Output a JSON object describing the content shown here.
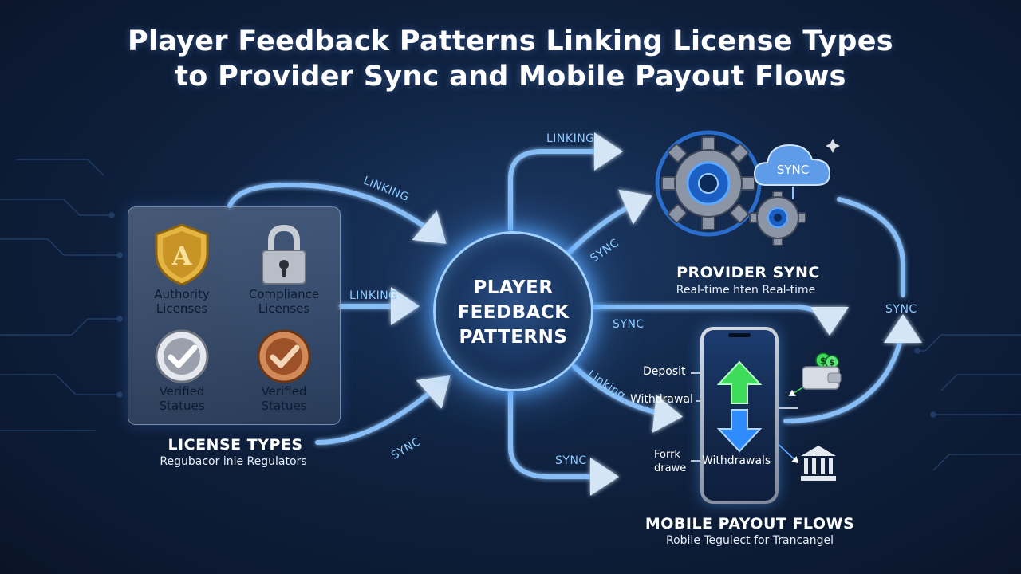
{
  "title": {
    "line1": "Player Feedback Patterns Linking License Types",
    "line2": "to Provider Sync and Mobile Payout Flows"
  },
  "hub": {
    "line1": "PLAYER",
    "line2": "FEEDBACK",
    "line3": "PATTERNS"
  },
  "license_panel": {
    "items": [
      {
        "line1": "Authority",
        "line2": "Licenses",
        "icon": "shield-a-icon"
      },
      {
        "line1": "Compliance",
        "line2": "Licenses",
        "icon": "padlock-icon"
      },
      {
        "line1": "Verified",
        "line2": "Statues",
        "icon": "silver-check-badge-icon"
      },
      {
        "line1": "Verified",
        "line2": "Statues",
        "icon": "bronze-check-badge-icon"
      }
    ],
    "title": "LICENSE TYPES",
    "subtitle": "Regubacor inle Regulators"
  },
  "provider_sync": {
    "title": "PROVIDER SYNC",
    "subtitle": "Real-time hten Real-time",
    "cloud_label": "SYNC"
  },
  "mobile_payout": {
    "title": "MOBILE PAYOUT FLOWS",
    "subtitle": "Robile Tegulect for Trancangel",
    "deposit": "Deposit",
    "withdrawal": "Withdrawal",
    "withdrawals": "Withdrawals",
    "form_line1": "Forrk",
    "form_line2": "drawe"
  },
  "flow_labels": {
    "linking_top": "LINKING",
    "linking_left_curve": "LINKING",
    "linking_mid": "LINKING",
    "linking_diag": "Linking",
    "sync_diag_up": "SYNC",
    "sync_right": "SYNC",
    "sync_left_curve": "SYNC",
    "sync_bottom": "SYNC",
    "sync_loop": "SYNC"
  },
  "colors": {
    "accent": "#5aa8ff",
    "arrow": "#8fc6ff",
    "deposit_green": "#3ddc5a",
    "withdraw_blue": "#2f8cff",
    "gold": "#d9a62b",
    "bronze": "#b8683a"
  }
}
